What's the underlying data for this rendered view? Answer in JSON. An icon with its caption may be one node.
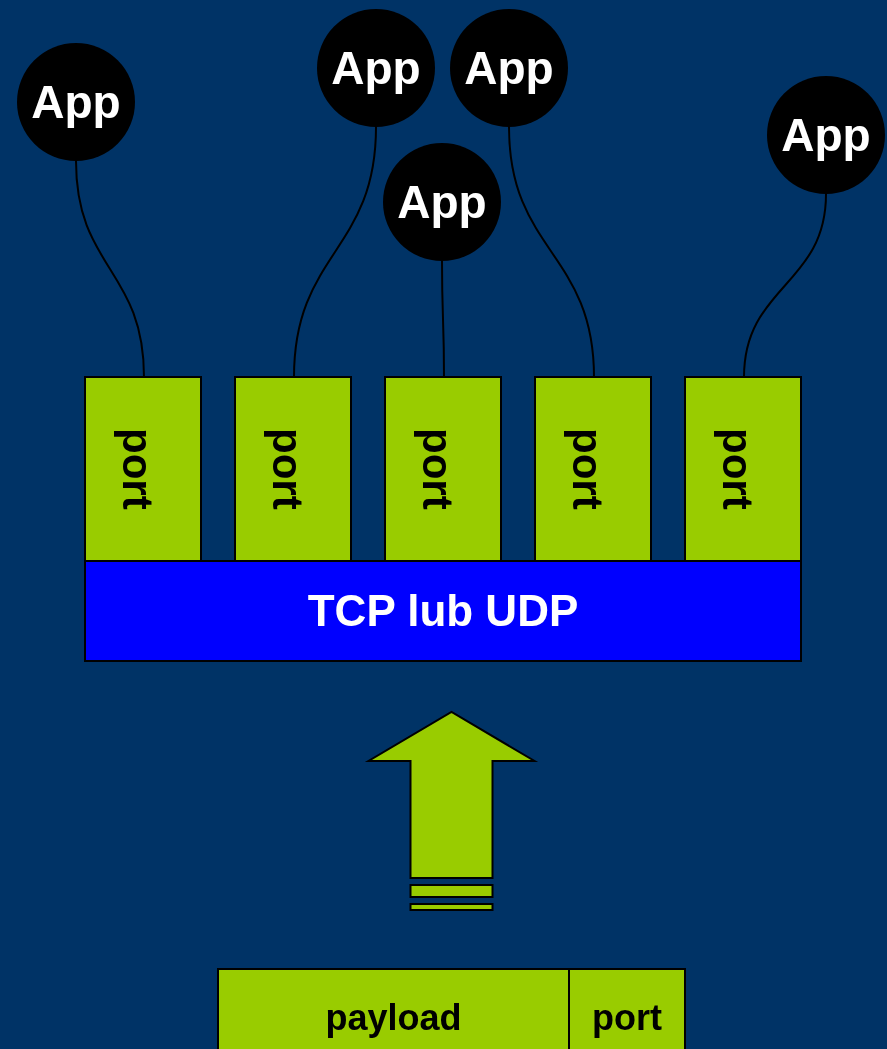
{
  "diagram": {
    "nodes": [
      {
        "text": [
          "App"
        ]
      },
      {
        "text": [
          "App"
        ]
      },
      {
        "text": [
          "App"
        ]
      },
      {
        "text": [
          "App"
        ]
      },
      {
        "text": [
          "App"
        ]
      },
      {
        "text": [
          "port"
        ]
      },
      {
        "text": [
          "port"
        ]
      },
      {
        "text": [
          "port"
        ]
      },
      {
        "text": [
          "port"
        ]
      },
      {
        "text": [
          "port"
        ]
      },
      {
        "text": [
          "TCP lub UDP"
        ]
      },
      {
        "text": [],
        "shape": "box"
      },
      {
        "text": [
          "payload"
        ],
        "in": 11
      },
      {
        "text": [
          "port"
        ],
        "in": 11
      }
    ],
    "edges": [
      {
        "from": 0,
        "to": 5,
        "arrow": "none"
      },
      {
        "from": 1,
        "to": 6,
        "arrow": "none"
      },
      {
        "from": 3,
        "to": 7,
        "arrow": "none"
      },
      {
        "from": 2,
        "to": 8,
        "arrow": "none"
      },
      {
        "from": 4,
        "to": 9,
        "arrow": "none"
      },
      {
        "from": 11,
        "to": 10,
        "arrow": "to",
        "style": "thick"
      }
    ]
  }
}
